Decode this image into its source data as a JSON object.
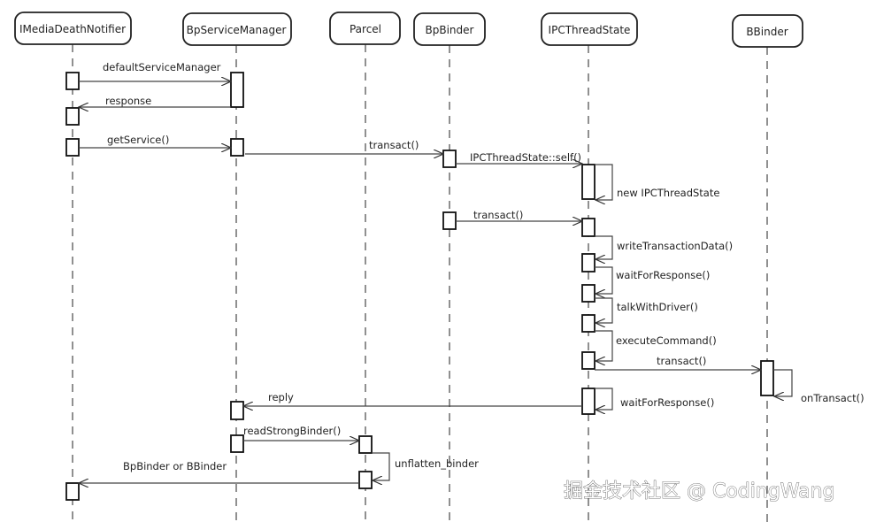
{
  "diagram": {
    "type": "sequence",
    "participants": [
      {
        "id": "imdn",
        "label": "IMediaDeathNotifier"
      },
      {
        "id": "bpsm",
        "label": "BpServiceManager"
      },
      {
        "id": "parcel",
        "label": "Parcel"
      },
      {
        "id": "bpbinder",
        "label": "BpBinder"
      },
      {
        "id": "ipc",
        "label": "IPCThreadState"
      },
      {
        "id": "bbinder",
        "label": "BBinder"
      }
    ],
    "messages": [
      {
        "from": "imdn",
        "to": "bpsm",
        "label": "defaultServiceManager"
      },
      {
        "from": "bpsm",
        "to": "imdn",
        "label": "response"
      },
      {
        "from": "imdn",
        "to": "bpsm",
        "label": "getService()"
      },
      {
        "from": "bpsm",
        "to": "bpbinder",
        "label": "transact()"
      },
      {
        "from": "bpbinder",
        "to": "ipc",
        "label": "IPCThreadState::self()"
      },
      {
        "from": "ipc",
        "to": "ipc",
        "label": "new IPCThreadState"
      },
      {
        "from": "bpbinder",
        "to": "ipc",
        "label": "transact()"
      },
      {
        "from": "ipc",
        "to": "ipc",
        "label": "writeTransactionData()"
      },
      {
        "from": "ipc",
        "to": "ipc",
        "label": "waitForResponse()"
      },
      {
        "from": "ipc",
        "to": "ipc",
        "label": "talkWithDriver()"
      },
      {
        "from": "ipc",
        "to": "ipc",
        "label": "executeCommand()"
      },
      {
        "from": "ipc",
        "to": "bbinder",
        "label": "transact()"
      },
      {
        "from": "bbinder",
        "to": "bbinder",
        "label": "onTransact()"
      },
      {
        "from": "ipc",
        "to": "ipc",
        "label": "waitForResponse()"
      },
      {
        "from": "ipc",
        "to": "bpsm",
        "label": "reply"
      },
      {
        "from": "bpsm",
        "to": "parcel",
        "label": "readStrongBinder()"
      },
      {
        "from": "parcel",
        "to": "parcel",
        "label": "unflatten_binder"
      },
      {
        "from": "parcel",
        "to": "imdn",
        "label": "BpBinder or BBinder"
      }
    ],
    "watermark": "掘金技术社区 @ CodingWang"
  }
}
